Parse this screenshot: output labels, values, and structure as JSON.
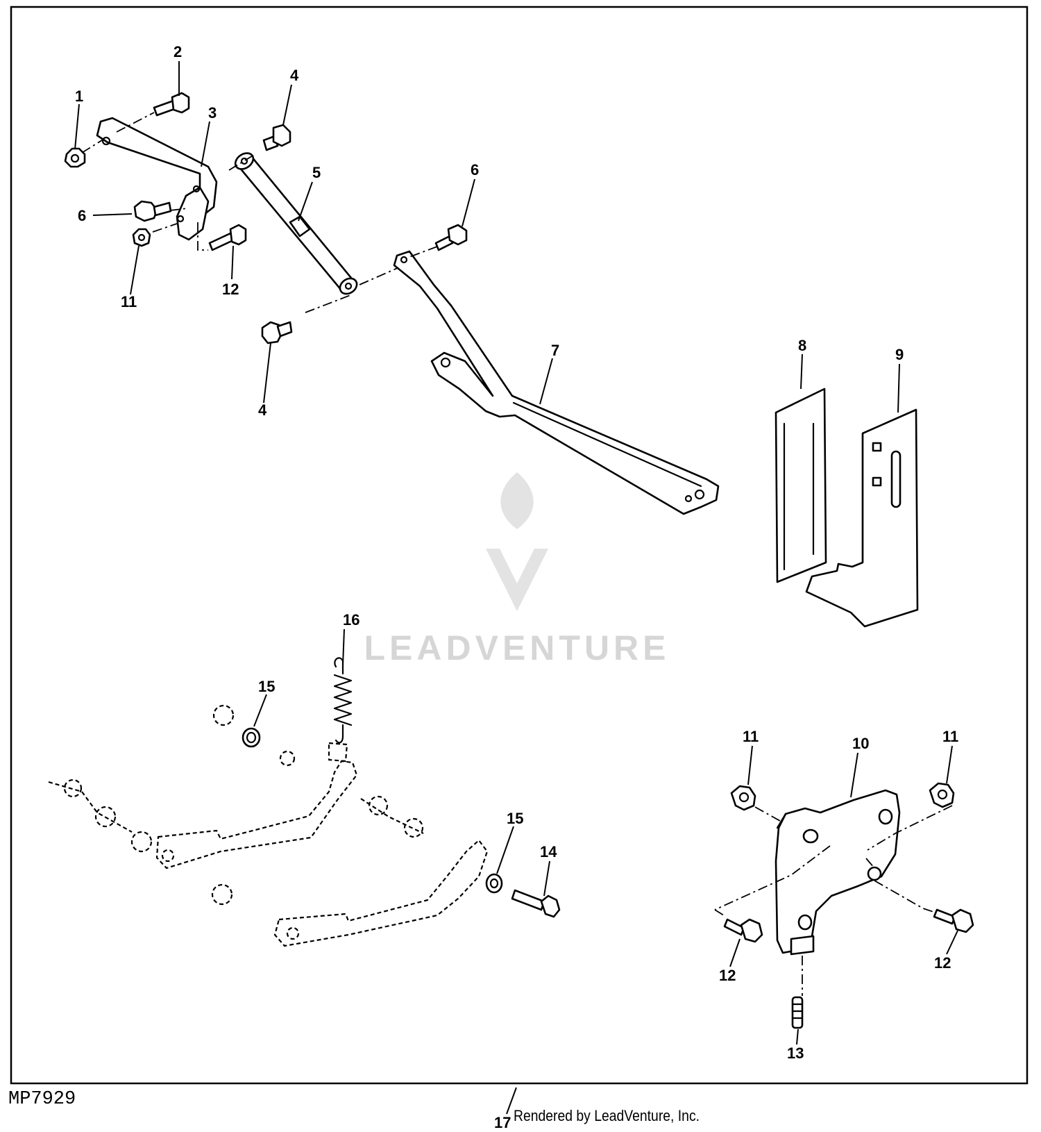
{
  "figure_id": "MP7929",
  "credit": "Rendered by LeadVenture, Inc.",
  "watermark": "LEADVENTURE",
  "callouts": [
    {
      "id": "c1",
      "label": "1"
    },
    {
      "id": "c2",
      "label": "2"
    },
    {
      "id": "c3",
      "label": "3"
    },
    {
      "id": "c4a",
      "label": "4"
    },
    {
      "id": "c4b",
      "label": "4"
    },
    {
      "id": "c5",
      "label": "5"
    },
    {
      "id": "c6a",
      "label": "6"
    },
    {
      "id": "c6b",
      "label": "6"
    },
    {
      "id": "c7",
      "label": "7"
    },
    {
      "id": "c8",
      "label": "8"
    },
    {
      "id": "c9",
      "label": "9"
    },
    {
      "id": "c10",
      "label": "10"
    },
    {
      "id": "c11a",
      "label": "11"
    },
    {
      "id": "c11b",
      "label": "11"
    },
    {
      "id": "c11c",
      "label": "11"
    },
    {
      "id": "c12a",
      "label": "12"
    },
    {
      "id": "c12b",
      "label": "12"
    },
    {
      "id": "c12c",
      "label": "12"
    },
    {
      "id": "c13",
      "label": "13"
    },
    {
      "id": "c14",
      "label": "14"
    },
    {
      "id": "c15a",
      "label": "15"
    },
    {
      "id": "c15b",
      "label": "15"
    },
    {
      "id": "c16",
      "label": "16"
    },
    {
      "id": "c17",
      "label": "17"
    }
  ]
}
